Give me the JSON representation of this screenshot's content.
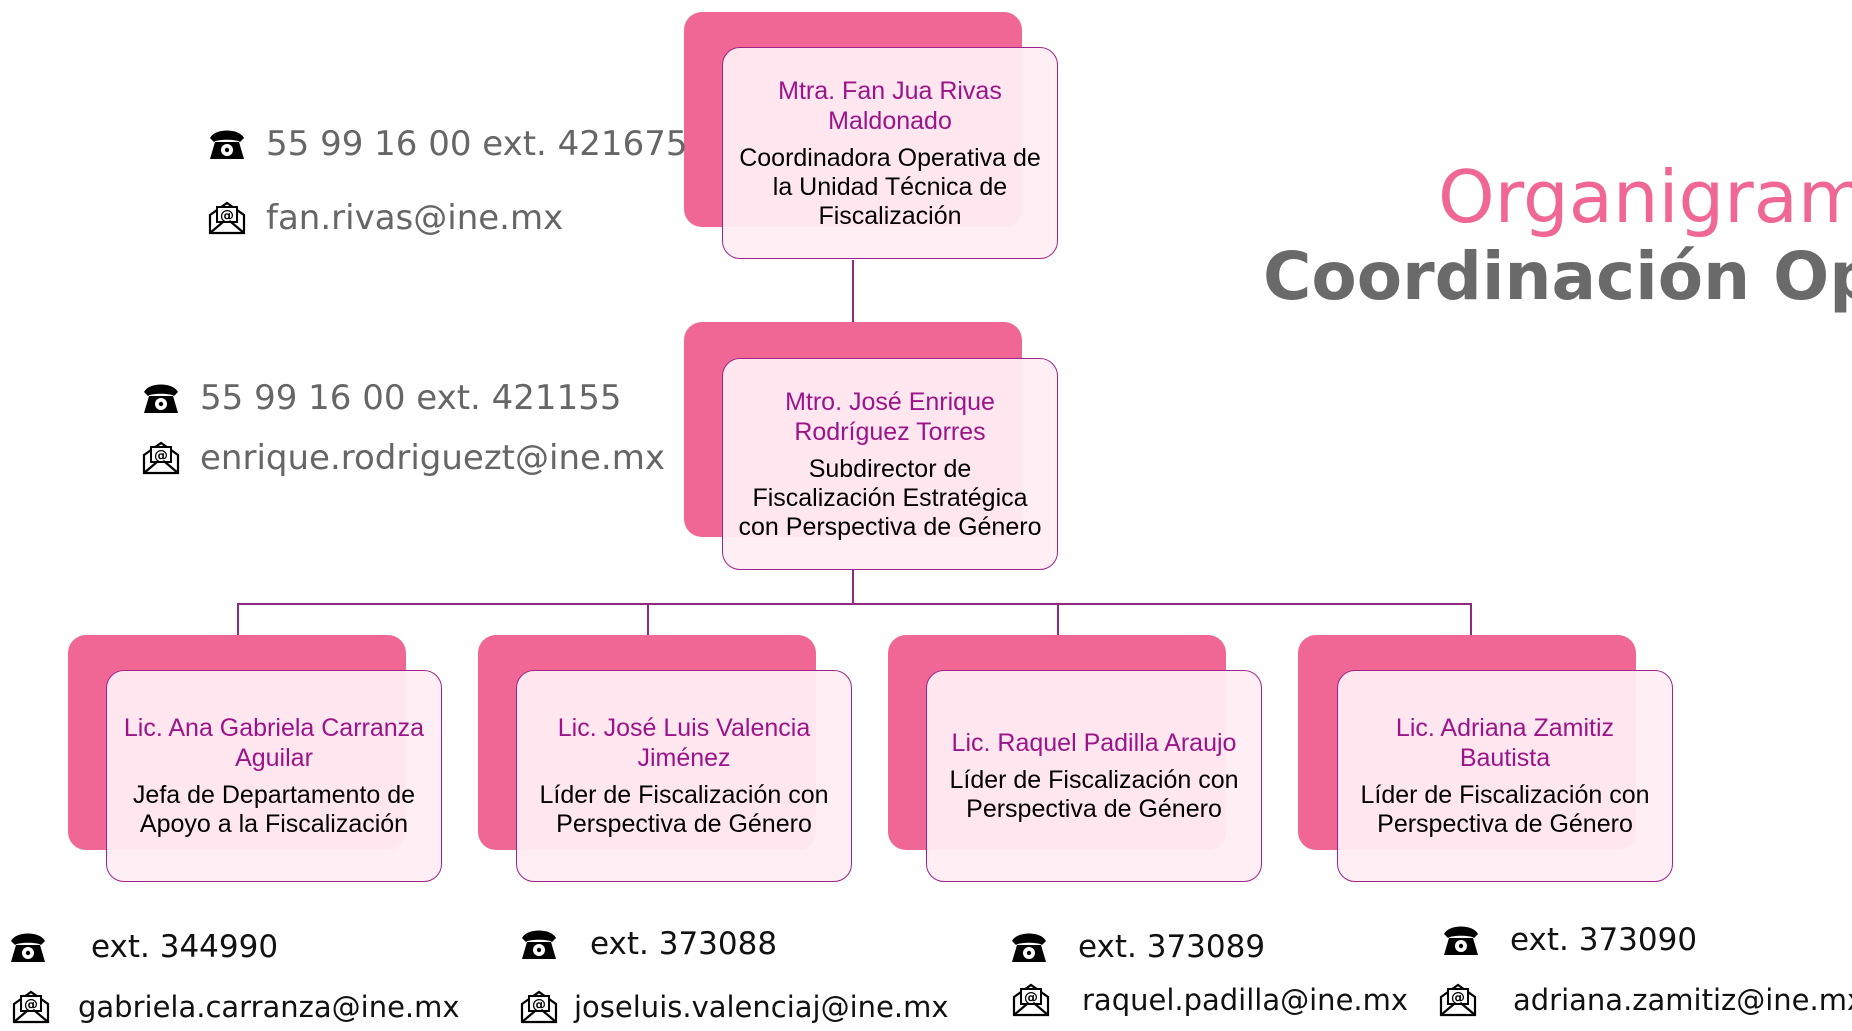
{
  "title": {
    "line1": "Organigrama",
    "line2": "Coordinación Ope"
  },
  "nodes": {
    "top": {
      "name": "Mtra. Fan Jua Rivas Maldonado",
      "role": "Coordinadora Operativa de la Unidad Técnica de Fiscalización"
    },
    "second": {
      "name": "Mtro. José Enrique Rodríguez Torres",
      "role": "Subdirector de Fiscalización Estratégica con Perspectiva de Género"
    },
    "bottom": [
      {
        "name": "Lic. Ana Gabriela Carranza Aguilar",
        "role": "Jefa de Departamento de Apoyo a la Fiscalización"
      },
      {
        "name": "Lic. José Luis Valencia Jiménez",
        "role": "Líder de Fiscalización con Perspectiva de Género"
      },
      {
        "name": "Lic. Raquel Padilla Araujo",
        "role": "Líder de Fiscalización con Perspectiva de Género"
      },
      {
        "name": "Lic. Adriana Zamitiz Bautista",
        "role": "Líder de Fiscalización con Perspectiva de Género"
      }
    ]
  },
  "contacts": {
    "top": {
      "phone": "55 99 16 00 ext. 421675",
      "email": "fan.rivas@ine.mx"
    },
    "second": {
      "phone": "55 99 16 00 ext. 421155",
      "email": "enrique.rodriguezt@ine.mx"
    },
    "bottom": [
      {
        "phone": "ext. 344990",
        "email": "gabriela.carranza@ine.mx"
      },
      {
        "phone": "ext. 373088",
        "email": "joseluis.valenciaj@ine.mx"
      },
      {
        "phone": "ext. 373089",
        "email": "raquel.padilla@ine.mx"
      },
      {
        "phone": "ext. 373090",
        "email": "adriana.zamitiz@ine.mx"
      }
    ]
  },
  "colors": {
    "accent": "#f06796",
    "line": "#8e2a7f",
    "name_text": "#9b148a",
    "card_border": "#a1248b",
    "card_fill": "#ffeef4",
    "subtitle": "#6a6a6a"
  },
  "icons": {
    "phone": "telephone-icon",
    "email": "email-icon"
  }
}
